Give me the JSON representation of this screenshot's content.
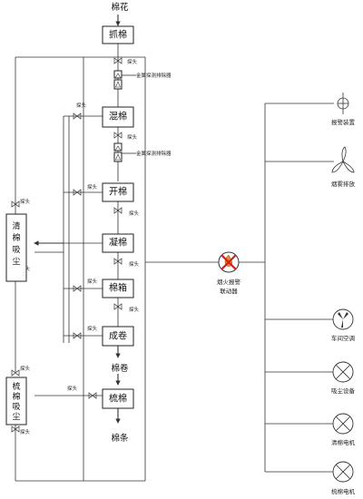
{
  "top_input": "棉花",
  "machines": [
    "抓棉",
    "混棉",
    "开棉",
    "凝棉",
    "棉箱",
    "成卷",
    "梳棉"
  ],
  "outputs": {
    "lap": "棉卷",
    "sliver": "棉条"
  },
  "metal_detector": "金属探测排除器",
  "probe": "探头",
  "dust_units": {
    "cleaning": [
      "清",
      "棉",
      "吸",
      "尘"
    ],
    "carding": [
      "梳",
      "棉",
      "吸",
      "尘"
    ]
  },
  "fire_alarm": {
    "line1": "烟火报警",
    "line2": "联动器"
  },
  "outputs_top": [
    "报警装置",
    "烟雾排放"
  ],
  "outputs_bottom": [
    "车间空调",
    "吸尘设备",
    "清棉电机",
    "梳棉电机"
  ]
}
